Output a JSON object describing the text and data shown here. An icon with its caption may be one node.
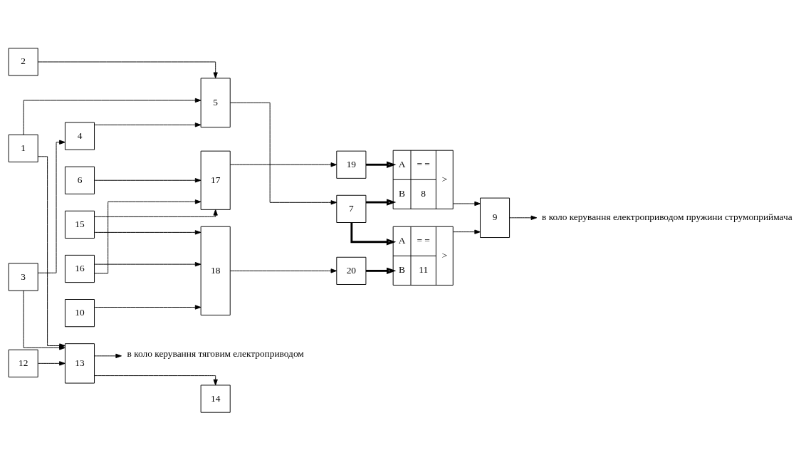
{
  "diagram": {
    "nodes": [
      {
        "text": [
          "1"
        ]
      },
      {
        "text": [
          "2"
        ]
      },
      {
        "text": [
          "3"
        ]
      },
      {
        "text": [
          "4"
        ]
      },
      {
        "text": [
          "5"
        ]
      },
      {
        "text": [
          "6"
        ]
      },
      {
        "text": [
          "7"
        ]
      },
      {
        "text": [
          "A",
          "B",
          "= =",
          "8",
          ">"
        ]
      },
      {
        "text": [
          "9"
        ]
      },
      {
        "text": [
          "10"
        ]
      },
      {
        "text": [
          "A",
          "B",
          "= =",
          "11",
          ">"
        ]
      },
      {
        "text": [
          "12"
        ]
      },
      {
        "text": [
          "13"
        ]
      },
      {
        "text": [
          "14"
        ]
      },
      {
        "text": [
          "15"
        ]
      },
      {
        "text": [
          "16"
        ]
      },
      {
        "text": [
          "17"
        ]
      },
      {
        "text": [
          "18"
        ]
      },
      {
        "text": [
          "19"
        ]
      },
      {
        "text": [
          "20"
        ]
      },
      {
        "text": [
          "в коло керування електроприводом пружини струмоприймача"
        ]
      },
      {
        "text": [
          "в коло керування тяговим електроприводом"
        ]
      }
    ],
    "edges": [
      {
        "from": 0,
        "to": 4,
        "arrow": "to"
      },
      {
        "from": 0,
        "to": 12,
        "arrow": "to"
      },
      {
        "from": 1,
        "to": 4,
        "arrow": "to"
      },
      {
        "from": 2,
        "to": 3,
        "arrow": "to"
      },
      {
        "from": 2,
        "to": 12,
        "arrow": "to"
      },
      {
        "from": 3,
        "to": 4,
        "arrow": "to"
      },
      {
        "from": 11,
        "to": 12,
        "arrow": "to"
      },
      {
        "from": 12,
        "to": 13,
        "arrow": "to"
      },
      {
        "from": 12,
        "to": 21,
        "arrow": "to"
      },
      {
        "from": 4,
        "to": 6,
        "arrow": "to"
      },
      {
        "from": 5,
        "to": 16,
        "arrow": "to"
      },
      {
        "from": 14,
        "to": 16,
        "arrow": "to"
      },
      {
        "from": 15,
        "to": 16,
        "arrow": "to"
      },
      {
        "from": 16,
        "to": 18,
        "arrow": "to"
      },
      {
        "from": 18,
        "to": 7,
        "arrow": "to",
        "style": "thick"
      },
      {
        "from": 6,
        "to": 7,
        "arrow": "to",
        "style": "thick"
      },
      {
        "from": 6,
        "to": 10,
        "arrow": "to",
        "style": "thick"
      },
      {
        "from": 14,
        "to": 17,
        "arrow": "to"
      },
      {
        "from": 15,
        "to": 17,
        "arrow": "to"
      },
      {
        "from": 9,
        "to": 17,
        "arrow": "to"
      },
      {
        "from": 17,
        "to": 19,
        "arrow": "to"
      },
      {
        "from": 19,
        "to": 10,
        "arrow": "to",
        "style": "thick"
      },
      {
        "from": 7,
        "to": 8,
        "arrow": "to"
      },
      {
        "from": 10,
        "to": 8,
        "arrow": "to"
      },
      {
        "from": 8,
        "to": 20,
        "arrow": "to"
      }
    ]
  }
}
